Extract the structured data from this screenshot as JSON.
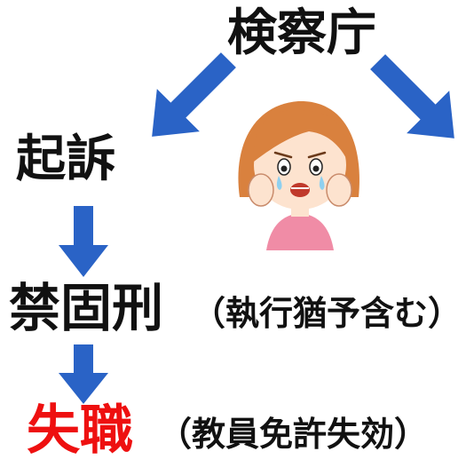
{
  "diagram": {
    "top_node": "検察庁",
    "step1": "起訴",
    "step2": "禁固刑",
    "step2_note": "（執行猶予含む）",
    "step3": "失職",
    "step3_note": "（教員免許失効）"
  },
  "colors": {
    "arrow": "#2a63c6",
    "highlight_red": "#ee1010",
    "text": "#111111"
  },
  "icons": [
    "crying-girl-illustration"
  ]
}
